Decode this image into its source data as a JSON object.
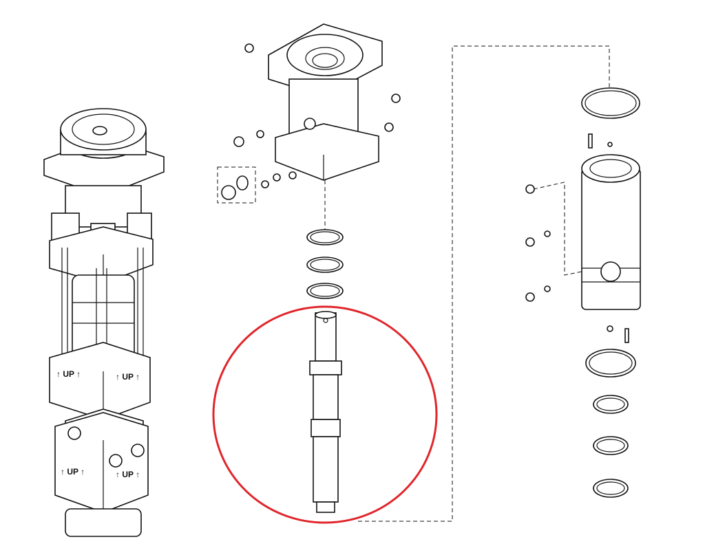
{
  "labels": {
    "up_1": "↑ UP ↑",
    "up_2": "↑ UP ↑",
    "up_3": "↑ UP ↑",
    "up_4": "↑ UP ↑"
  },
  "highlight_color": "#e0262b"
}
